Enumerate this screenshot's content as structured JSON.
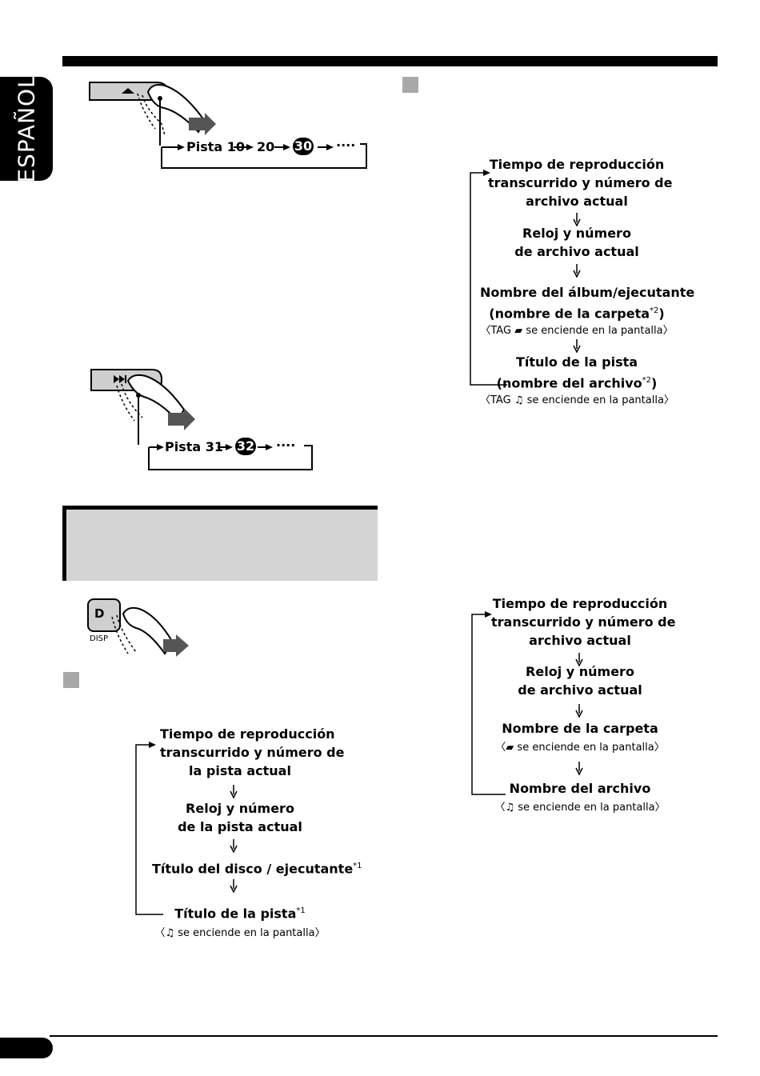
{
  "side_tab": {
    "label": "ESPAÑOL"
  },
  "diagram_top": {
    "prefix": "Pista 10",
    "item2": "20",
    "highlight": "30",
    "dots": "····"
  },
  "diagram_mid": {
    "button_icon": "skip-forward-icon",
    "prefix": "Pista 31",
    "highlight": "32",
    "dots": "····"
  },
  "disp_button": {
    "key": "D",
    "caption": "DISP"
  },
  "flow_cd": {
    "step1": "Tiempo de reproducción transcurrido y número de la pista actual",
    "step1_lines": [
      "Tiempo de reproducción",
      "transcurrido y número de",
      "la pista actual"
    ],
    "step2_lines": [
      "Reloj y número",
      "de la pista actual"
    ],
    "step3": "Título del disco / ejecutante",
    "step3_mark": "*1",
    "step4": "Título de la pista",
    "step4_mark": "*1",
    "step4_note_open": "〈",
    "step4_note": "se enciende en la pantalla〉"
  },
  "flow_mp3": {
    "step1_lines": [
      "Tiempo de reproducción",
      "transcurrido y número de",
      "archivo actual"
    ],
    "step2_lines": [
      "Reloj y número",
      "de archivo actual"
    ],
    "step3_lines": [
      "Nombre del álbum/ejecutante",
      "(nombre de la carpeta"
    ],
    "step3_mark": "*2",
    "step3_close": ")",
    "step3_note_a": "〈TAG",
    "step3_note_b": "se enciende en la pantalla〉",
    "step4_line1": "Título de la pista",
    "step4_line2": "(nombre del archivo",
    "step4_mark": "*2",
    "step4_close": ")",
    "step4_note_a": "〈TAG",
    "step4_note_b": "se enciende en la pantalla〉"
  },
  "flow_wma": {
    "step1_lines": [
      "Tiempo de reproducción",
      "transcurrido y número de",
      "archivo actual"
    ],
    "step2_lines": [
      "Reloj y número",
      "de archivo actual"
    ],
    "step3": "Nombre de la carpeta",
    "step3_note_open": "〈",
    "step3_note": "se enciende en la pantalla〉",
    "step4": "Nombre del archivo",
    "step4_note_open": "〈",
    "step4_note": "se enciende en la pantalla〉"
  },
  "colors": {
    "rule": "#000000",
    "section_bg": "#d4d4d4",
    "square": "#a8a8a8",
    "button": "#cfcfcf"
  }
}
